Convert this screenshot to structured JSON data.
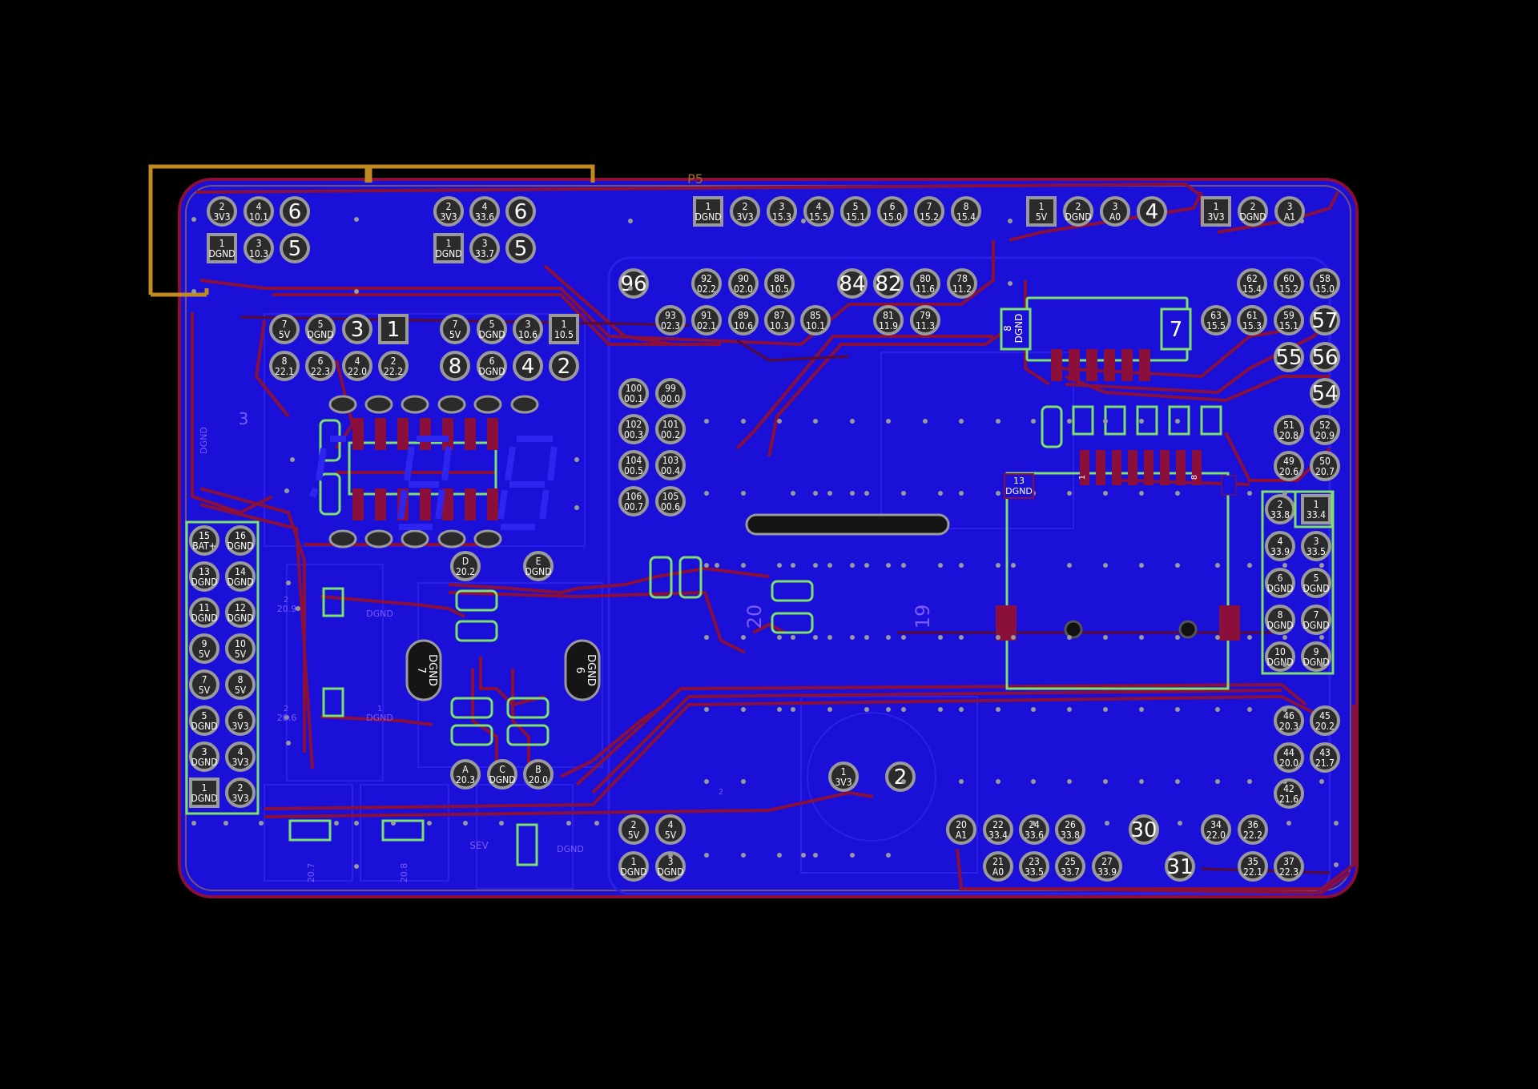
{
  "board": {
    "ref_label": "P5",
    "colors": {
      "background": "#000000",
      "copper_fill": "#1a10d8",
      "copper_fill_dark": "#140ab0",
      "trace": "#8a0f3a",
      "trace_dark": "#5a0a30",
      "outline": "#c08a20",
      "pad_ring": "#9a9a9a",
      "pad_center": "#1b1b1b",
      "smd_outline": "#7ee070",
      "silkscreen": "#7b5cff"
    }
  },
  "connectors": {
    "j1": [
      [
        "2",
        "3V3"
      ],
      [
        "4",
        "10.1"
      ],
      [
        "6",
        ""
      ],
      [
        "1",
        "DGND"
      ],
      [
        "3",
        "10.3"
      ],
      [
        "5",
        ""
      ]
    ],
    "j2": [
      [
        "2",
        "3V3"
      ],
      [
        "4",
        "33.6"
      ],
      [
        "6",
        ""
      ],
      [
        "1",
        "DGND"
      ],
      [
        "3",
        "33.7"
      ],
      [
        "5",
        ""
      ]
    ],
    "p5": [
      [
        "1",
        "DGND"
      ],
      [
        "2",
        "3V3"
      ],
      [
        "3",
        "15.3"
      ],
      [
        "4",
        "15.5"
      ],
      [
        "5",
        "15.1"
      ],
      [
        "6",
        "15.0"
      ],
      [
        "7",
        "15.2"
      ],
      [
        "8",
        "15.4"
      ]
    ],
    "p_top_mid": [
      [
        "1",
        "5V"
      ],
      [
        "2",
        "DGND"
      ],
      [
        "3",
        "A0"
      ],
      [
        "4",
        ""
      ]
    ],
    "p_top_right": [
      [
        "1",
        "3V3"
      ],
      [
        "2",
        "DGND"
      ],
      [
        "3",
        "A1"
      ]
    ],
    "j_left8a": [
      [
        "7",
        "5V"
      ],
      [
        "5",
        "DGND"
      ],
      [
        "3",
        ""
      ],
      [
        "1",
        ""
      ],
      [
        "8",
        "22.1"
      ],
      [
        "6",
        "22.3"
      ],
      [
        "4",
        "22.0"
      ],
      [
        "2",
        "22.2"
      ]
    ],
    "j_left8b": [
      [
        "7",
        "5V"
      ],
      [
        "5",
        "DGND"
      ],
      [
        "3",
        "10.6"
      ],
      [
        "1",
        "10.5"
      ],
      [
        "8",
        ""
      ],
      [
        "6",
        "DGND"
      ],
      [
        "4",
        ""
      ],
      [
        "2",
        ""
      ]
    ],
    "j_side": [
      [
        "15",
        "BAT+"
      ],
      [
        "16",
        "DGND"
      ],
      [
        "13",
        "DGND"
      ],
      [
        "14",
        "DGND"
      ],
      [
        "11",
        "DGND"
      ],
      [
        "12",
        "DGND"
      ],
      [
        "9",
        "5V"
      ],
      [
        "10",
        "5V"
      ],
      [
        "7",
        "5V"
      ],
      [
        "8",
        "5V"
      ],
      [
        "5",
        "DGND"
      ],
      [
        "6",
        "3V3"
      ],
      [
        "3",
        "DGND"
      ],
      [
        "4",
        "3V3"
      ],
      [
        "1",
        "DGND"
      ],
      [
        "2",
        "3V3"
      ]
    ],
    "j_right10": [
      [
        "2",
        "33.8"
      ],
      [
        "1",
        "33.4"
      ],
      [
        "4",
        "33.9"
      ],
      [
        "3",
        "33.5"
      ],
      [
        "6",
        "DGND"
      ],
      [
        "5",
        "DGND"
      ],
      [
        "8",
        "DGND"
      ],
      [
        "7",
        "DGND"
      ],
      [
        "10",
        "DGND"
      ],
      [
        "9",
        "DGND"
      ]
    ],
    "u_mid_top": [
      [
        "96",
        ""
      ],
      [
        "92",
        "02.2"
      ],
      [
        "90",
        "02.0"
      ],
      [
        "88",
        "10.5"
      ],
      [
        "84",
        ""
      ],
      [
        "82",
        ""
      ],
      [
        "80",
        "11.6"
      ],
      [
        "78",
        "11.2"
      ],
      [
        "93",
        "02.3"
      ],
      [
        "91",
        "02.1"
      ],
      [
        "89",
        "10.6"
      ],
      [
        "87",
        "10.3"
      ],
      [
        "85",
        "10.1"
      ],
      [
        "81",
        "11.9"
      ],
      [
        "79",
        "11.3"
      ]
    ],
    "u_mid_col": [
      [
        "100",
        "00.1"
      ],
      [
        "99",
        "00.0"
      ],
      [
        "102",
        "00.3"
      ],
      [
        "101",
        "00.2"
      ],
      [
        "104",
        "00.5"
      ],
      [
        "103",
        "00.4"
      ],
      [
        "106",
        "00.7"
      ],
      [
        "105",
        "00.6"
      ]
    ],
    "u_right_col": [
      [
        "62",
        "15.4"
      ],
      [
        "60",
        "15.2"
      ],
      [
        "58",
        "15.0"
      ],
      [
        "63",
        "15.5"
      ],
      [
        "61",
        "15.3"
      ],
      [
        "59",
        "15.1"
      ],
      [
        "57",
        ""
      ],
      [
        "55",
        ""
      ],
      [
        "56",
        ""
      ],
      [
        "54",
        ""
      ],
      [
        "51",
        "20.8"
      ],
      [
        "52",
        "20.9"
      ],
      [
        "49",
        "20.6"
      ],
      [
        "50",
        "20.7"
      ]
    ],
    "u_right_low": [
      [
        "46",
        "20.3"
      ],
      [
        "45",
        "20.2"
      ],
      [
        "44",
        "20.0"
      ],
      [
        "43",
        "21.7"
      ],
      [
        "42",
        "21.6"
      ]
    ],
    "u_bottom": [
      [
        "20",
        "A1"
      ],
      [
        "22",
        "33.4"
      ],
      [
        "24",
        "33.6"
      ],
      [
        "26",
        "33.8"
      ],
      [
        "30",
        ""
      ],
      [
        "34",
        "22.0"
      ],
      [
        "36",
        "22.2"
      ],
      [
        "21",
        "A0"
      ],
      [
        "23",
        "33.5"
      ],
      [
        "25",
        "33.7"
      ],
      [
        "27",
        "33.9"
      ],
      [
        "31",
        ""
      ],
      [
        "35",
        "22.1"
      ],
      [
        "37",
        "22.3"
      ]
    ],
    "seg_pins": [
      [
        "D",
        "20.2"
      ],
      [
        "E",
        "DGND"
      ],
      [
        "A",
        "20.3"
      ],
      [
        "C",
        "DGND"
      ],
      [
        "B",
        "20.0"
      ]
    ],
    "bottom_left": [
      [
        "2",
        "5V"
      ],
      [
        "4",
        "5V"
      ],
      [
        "1",
        "DGND"
      ],
      [
        "3",
        "DGND"
      ]
    ],
    "buzzer": [
      [
        "1",
        "3V3"
      ],
      [
        "2",
        ""
      ]
    ],
    "osc": [
      [
        "DGND",
        "7"
      ],
      [
        "DGND",
        "6"
      ]
    ],
    "u_ic_right": [
      [
        "8",
        "DGND"
      ],
      [
        "7",
        ""
      ],
      [
        "13",
        "DGND"
      ]
    ],
    "silk": {
      "digit3": "3",
      "dgnd": "DGND",
      "num20": "20",
      "num19": "19",
      "r1": "20.9",
      "r2": "20.6",
      "r3": "20.7",
      "r4": "20.8",
      "one": "1",
      "two": "2",
      "eight": "8",
      "sev": "SEV"
    }
  }
}
